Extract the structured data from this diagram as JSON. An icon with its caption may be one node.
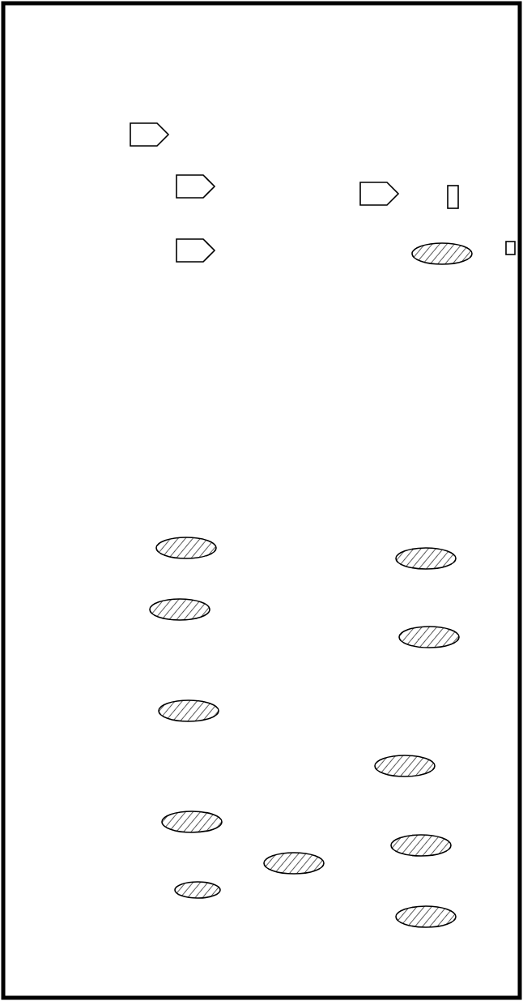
{
  "diagram": {
    "nodes": [
      {
        "text": [],
        "shape": "pentagon"
      },
      {
        "text": [],
        "shape": "pentagon"
      },
      {
        "text": [],
        "shape": "pentagon"
      },
      {
        "text": [],
        "shape": "box"
      },
      {
        "text": [],
        "shape": "pentagon"
      },
      {
        "text": [],
        "shape": "box"
      },
      {
        "text": [],
        "shape": "ellipse"
      },
      {
        "text": [],
        "shape": "ellipse"
      },
      {
        "text": [],
        "shape": "ellipse"
      },
      {
        "text": [],
        "shape": "ellipse"
      },
      {
        "text": [],
        "shape": "ellipse"
      },
      {
        "text": [],
        "shape": "ellipse"
      },
      {
        "text": [],
        "shape": "ellipse"
      },
      {
        "text": [],
        "shape": "ellipse"
      },
      {
        "text": [],
        "shape": "ellipse"
      },
      {
        "text": [],
        "shape": "ellipse"
      },
      {
        "text": [],
        "shape": "ellipse"
      },
      {
        "text": [],
        "shape": "ellipse"
      }
    ]
  }
}
